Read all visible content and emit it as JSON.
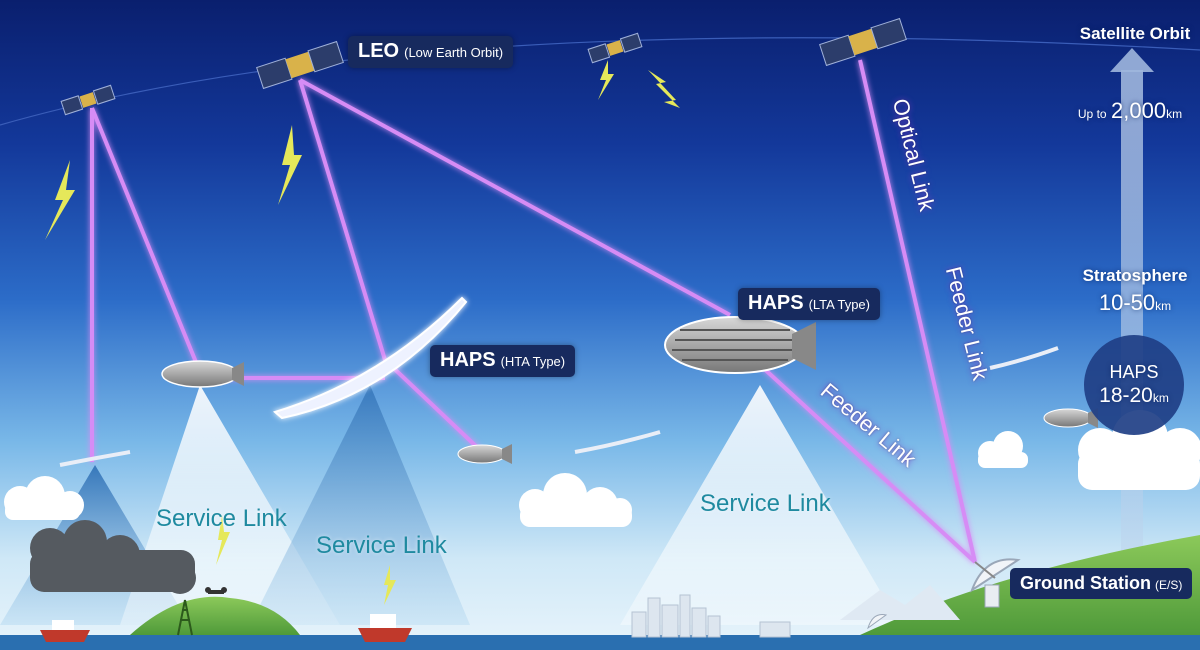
{
  "labels": {
    "leo": {
      "main": "LEO",
      "sub": "(Low Earth Orbit)"
    },
    "haps_hta": {
      "main": "HAPS",
      "sub": "(HTA Type)"
    },
    "haps_lta": {
      "main": "HAPS",
      "sub": "(LTA Type)"
    },
    "ground_station": {
      "main": "Ground Station",
      "sub": "(E/S)"
    }
  },
  "links": {
    "service_1": "Service Link",
    "service_2": "Service Link",
    "service_3": "Service Link",
    "optical": "Optical Link",
    "feeder_1": "Feeder Link",
    "feeder_2": "Feeder Link"
  },
  "altitude_scale": {
    "satellite_orbit": "Satellite Orbit",
    "satellite_prefix": "Up to",
    "satellite_value": "2,000",
    "satellite_unit": "km",
    "stratosphere": "Stratosphere",
    "stratosphere_value": "10-50",
    "stratosphere_unit": "km",
    "haps": "HAPS",
    "haps_value": "18-20",
    "haps_unit": "km"
  },
  "colors": {
    "sky_top": "#0a1f6e",
    "sky_bottom": "#e8f4fb",
    "link_beam": "#d68cf5",
    "label_bg": "#172a5e",
    "service_text": "#1f8aa0",
    "ground_green": "#5aa84a"
  }
}
